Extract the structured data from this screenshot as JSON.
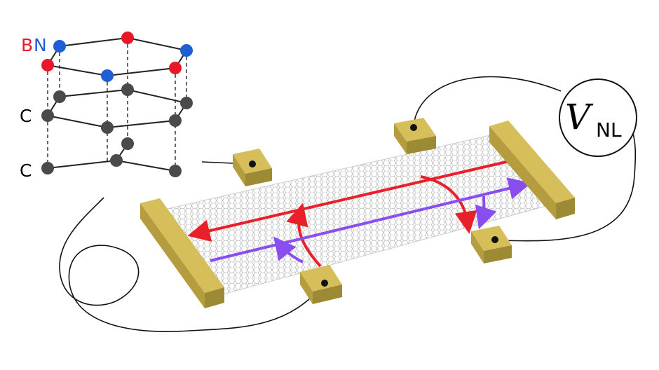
{
  "labels": {
    "b": "B",
    "n": "N",
    "c_top": "C",
    "c_bottom": "C",
    "v": "V",
    "v_sub": "NL"
  },
  "colors": {
    "boron": "#e8182a",
    "nitrogen": "#1f5fd6",
    "carbon": "#4a4a4a",
    "contact": "#c9b050",
    "contact_dark": "#9d8a35",
    "charge_current": "#e8202a",
    "valley_current": "#8a4df0"
  }
}
